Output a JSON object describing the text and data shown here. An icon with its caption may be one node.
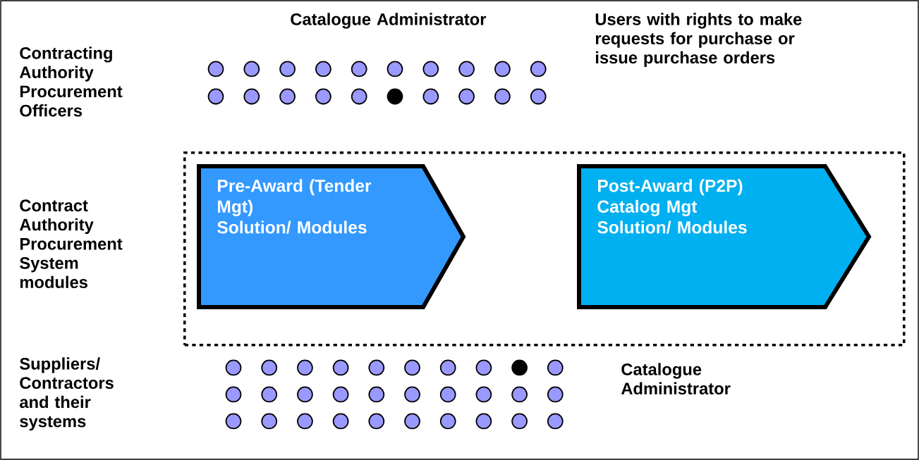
{
  "diagram": {
    "nodes": [
      {
        "text": [],
        "shape": "box"
      },
      {
        "text": [
          "Pre-Award (Tender Mgt)",
          "Solution/ Modules"
        ],
        "in": 0
      },
      {
        "text": [
          "Post-Award (P2P)",
          "Catalog Mgt",
          "Solution/ Modules"
        ],
        "in": 0
      }
    ],
    "edges": [],
    "labels": [
      "Catalogue Administrator",
      "Users with rights to make requests for purchase or issue purchase orders",
      "Contracting Authority Procurement Officers",
      "Contract Authority Procurement System modules",
      "Suppliers/ Contractors and their systems",
      "Catalogue Administrator"
    ]
  }
}
